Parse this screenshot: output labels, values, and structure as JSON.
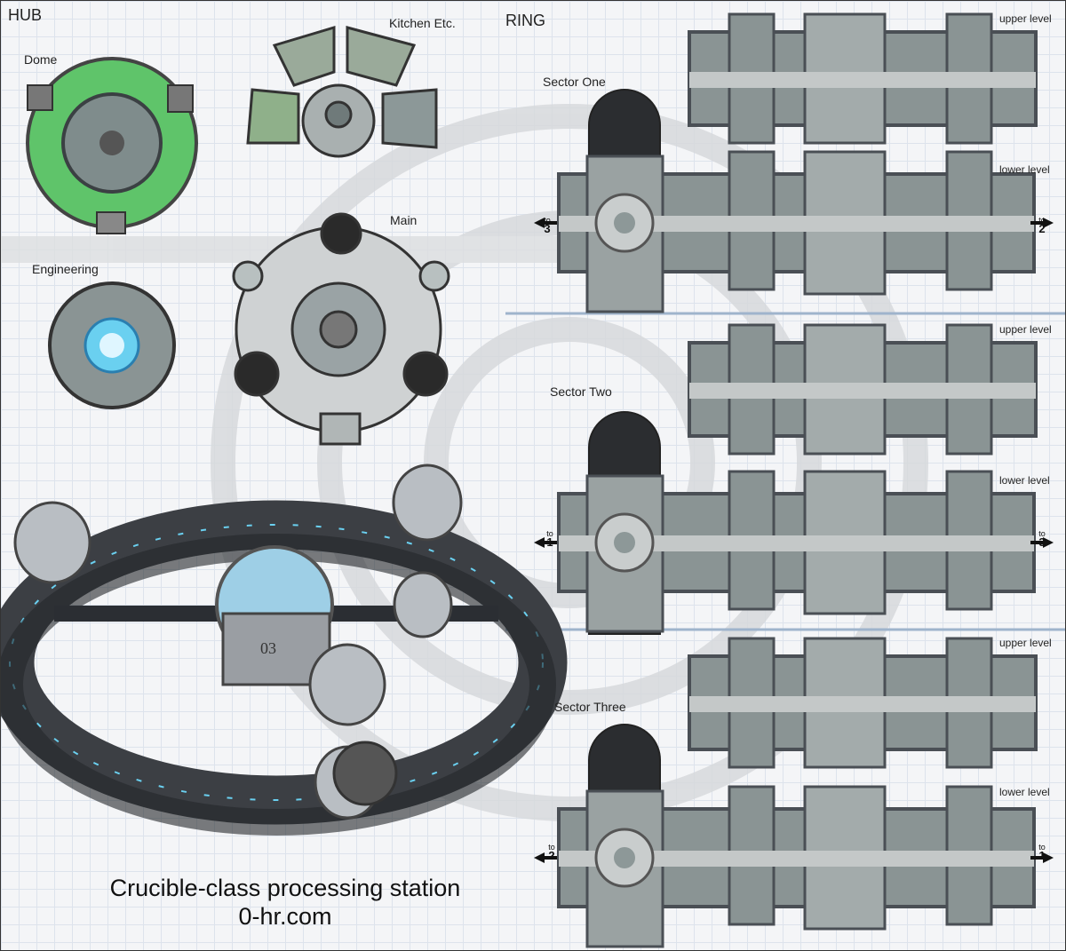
{
  "sections": {
    "hub": "HUB",
    "ring": "RING"
  },
  "hub_labels": {
    "dome": "Dome",
    "kitchen": "Kitchen Etc.",
    "main": "Main",
    "engineering": "Engineering"
  },
  "sectors": [
    {
      "name": "Sector One",
      "upper": "upper level",
      "lower": "lower level",
      "to_left": {
        "to": "to",
        "n": "3"
      },
      "to_right": {
        "to": "to",
        "n": "2"
      }
    },
    {
      "name": "Sector Two",
      "upper": "upper level",
      "lower": "lower level",
      "to_left": {
        "to": "to",
        "n": "1"
      },
      "to_right": {
        "to": "to",
        "n": "3"
      }
    },
    {
      "name": "Sector Three",
      "upper": "upper level",
      "lower": "lower level",
      "to_left": {
        "to": "to",
        "n": "2"
      },
      "to_right": {
        "to": "to",
        "n": "1"
      }
    }
  ],
  "station_marking": "03",
  "caption": {
    "title": "Crucible-class processing station",
    "site": "0-hr.com"
  },
  "colors": {
    "floor": "#8a9494",
    "wall": "#4a4f55",
    "dome_green": "#5fc46a",
    "accent_blue": "#6ad0f0",
    "divider": "#9fb4cc"
  }
}
